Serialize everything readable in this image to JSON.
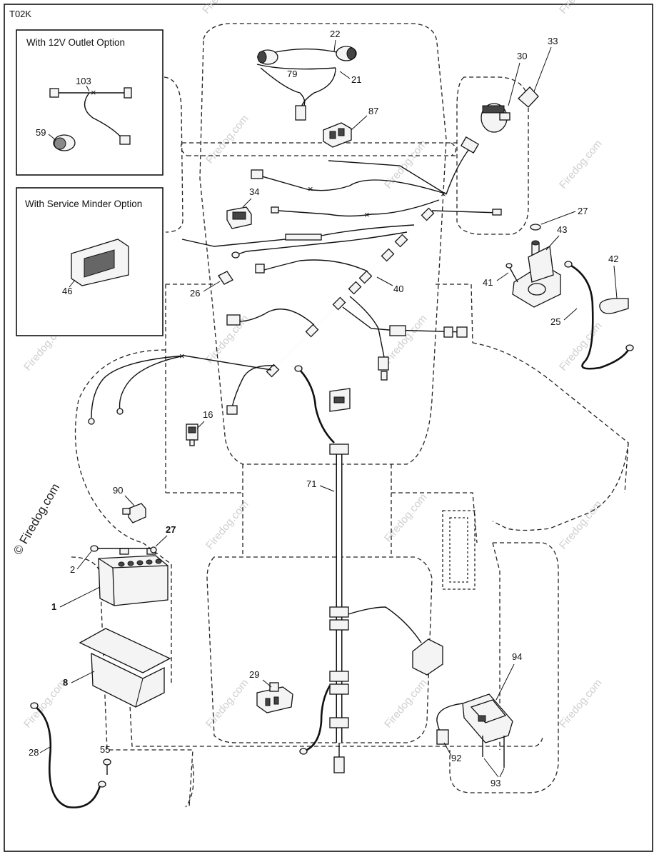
{
  "diagram_code": "T02K",
  "insets": {
    "outlet": {
      "title": "With 12V Outlet Option"
    },
    "service": {
      "title": "With Service Minder Option"
    }
  },
  "parts": {
    "p1": "1",
    "p2": "2",
    "p8": "8",
    "p16": "16",
    "p21": "21",
    "p22": "22",
    "p25": "25",
    "p26": "26",
    "p27a": "27",
    "p27b": "27",
    "p28": "28",
    "p29": "29",
    "p30": "30",
    "p33": "33",
    "p34": "34",
    "p40": "40",
    "p41": "41",
    "p42": "42",
    "p43": "43",
    "p46": "46",
    "p55": "55",
    "p59": "59",
    "p71": "71",
    "p79": "79",
    "p87": "87",
    "p90": "90",
    "p92": "92",
    "p93": "93",
    "p94": "94",
    "p103": "103"
  },
  "watermark": {
    "text": "Firedog.com",
    "side_text": "© Firedog.com"
  }
}
